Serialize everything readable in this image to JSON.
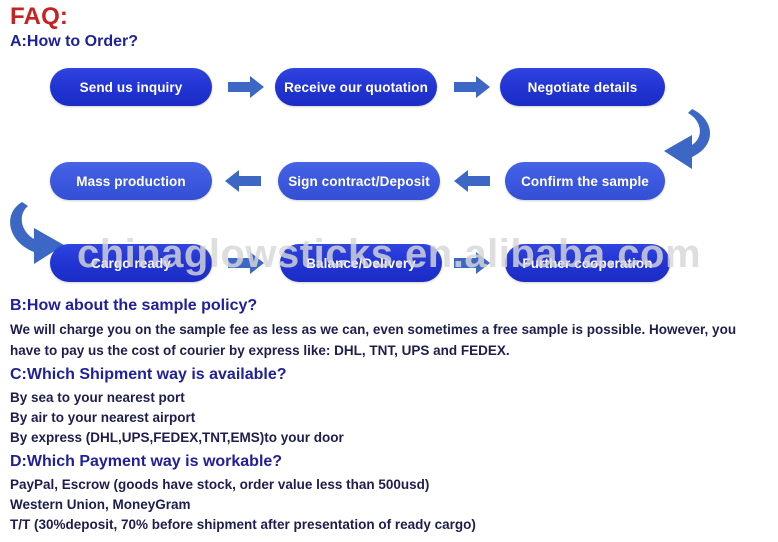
{
  "title": "FAQ:",
  "sections": {
    "a": {
      "heading": "A:How to Order?",
      "flow": {
        "row1": [
          {
            "label": "Send us inquiry"
          },
          {
            "label": "Receive our quotation"
          },
          {
            "label": "Negotiate details"
          }
        ],
        "row2": [
          {
            "label": "Mass production"
          },
          {
            "label": "Sign contract/Deposit"
          },
          {
            "label": "Confirm the sample"
          }
        ],
        "row3": [
          {
            "label": "Cargo ready"
          },
          {
            "label": "Balance/Delivery"
          },
          {
            "label": "Further cooperation"
          }
        ]
      }
    },
    "b": {
      "heading": "B:How about the sample policy?",
      "body": "We will charge you on the sample fee as less as we can, even sometimes a free sample is possible. However, you have to pay us the cost of courier by express like: DHL, TNT, UPS and FEDEX."
    },
    "c": {
      "heading": "C:Which Shipment way is available?",
      "lines": [
        "By sea to your nearest port",
        "By air to your nearest airport",
        "By express (DHL,UPS,FEDEX,TNT,EMS)to your door"
      ]
    },
    "d": {
      "heading": "D:Which Payment way is workable?",
      "lines": [
        "PayPal, Escrow (goods have stock, order value less than 500usd)",
        "Western Union, MoneyGram",
        "T/T (30%deposit, 70% before shipment after presentation of ready cargo)"
      ]
    }
  },
  "watermark": "chinaglowsticks.en.alibaba.com",
  "colors": {
    "title_red": "#c42321",
    "heading_blue": "#20209b",
    "body_navy": "#1d1d4e",
    "box_blue": "#2234d6",
    "box_blue_light": "#3b5ae0",
    "arrow_blue": "#3c67c4",
    "watermark_grey": "#d7d7d7"
  }
}
